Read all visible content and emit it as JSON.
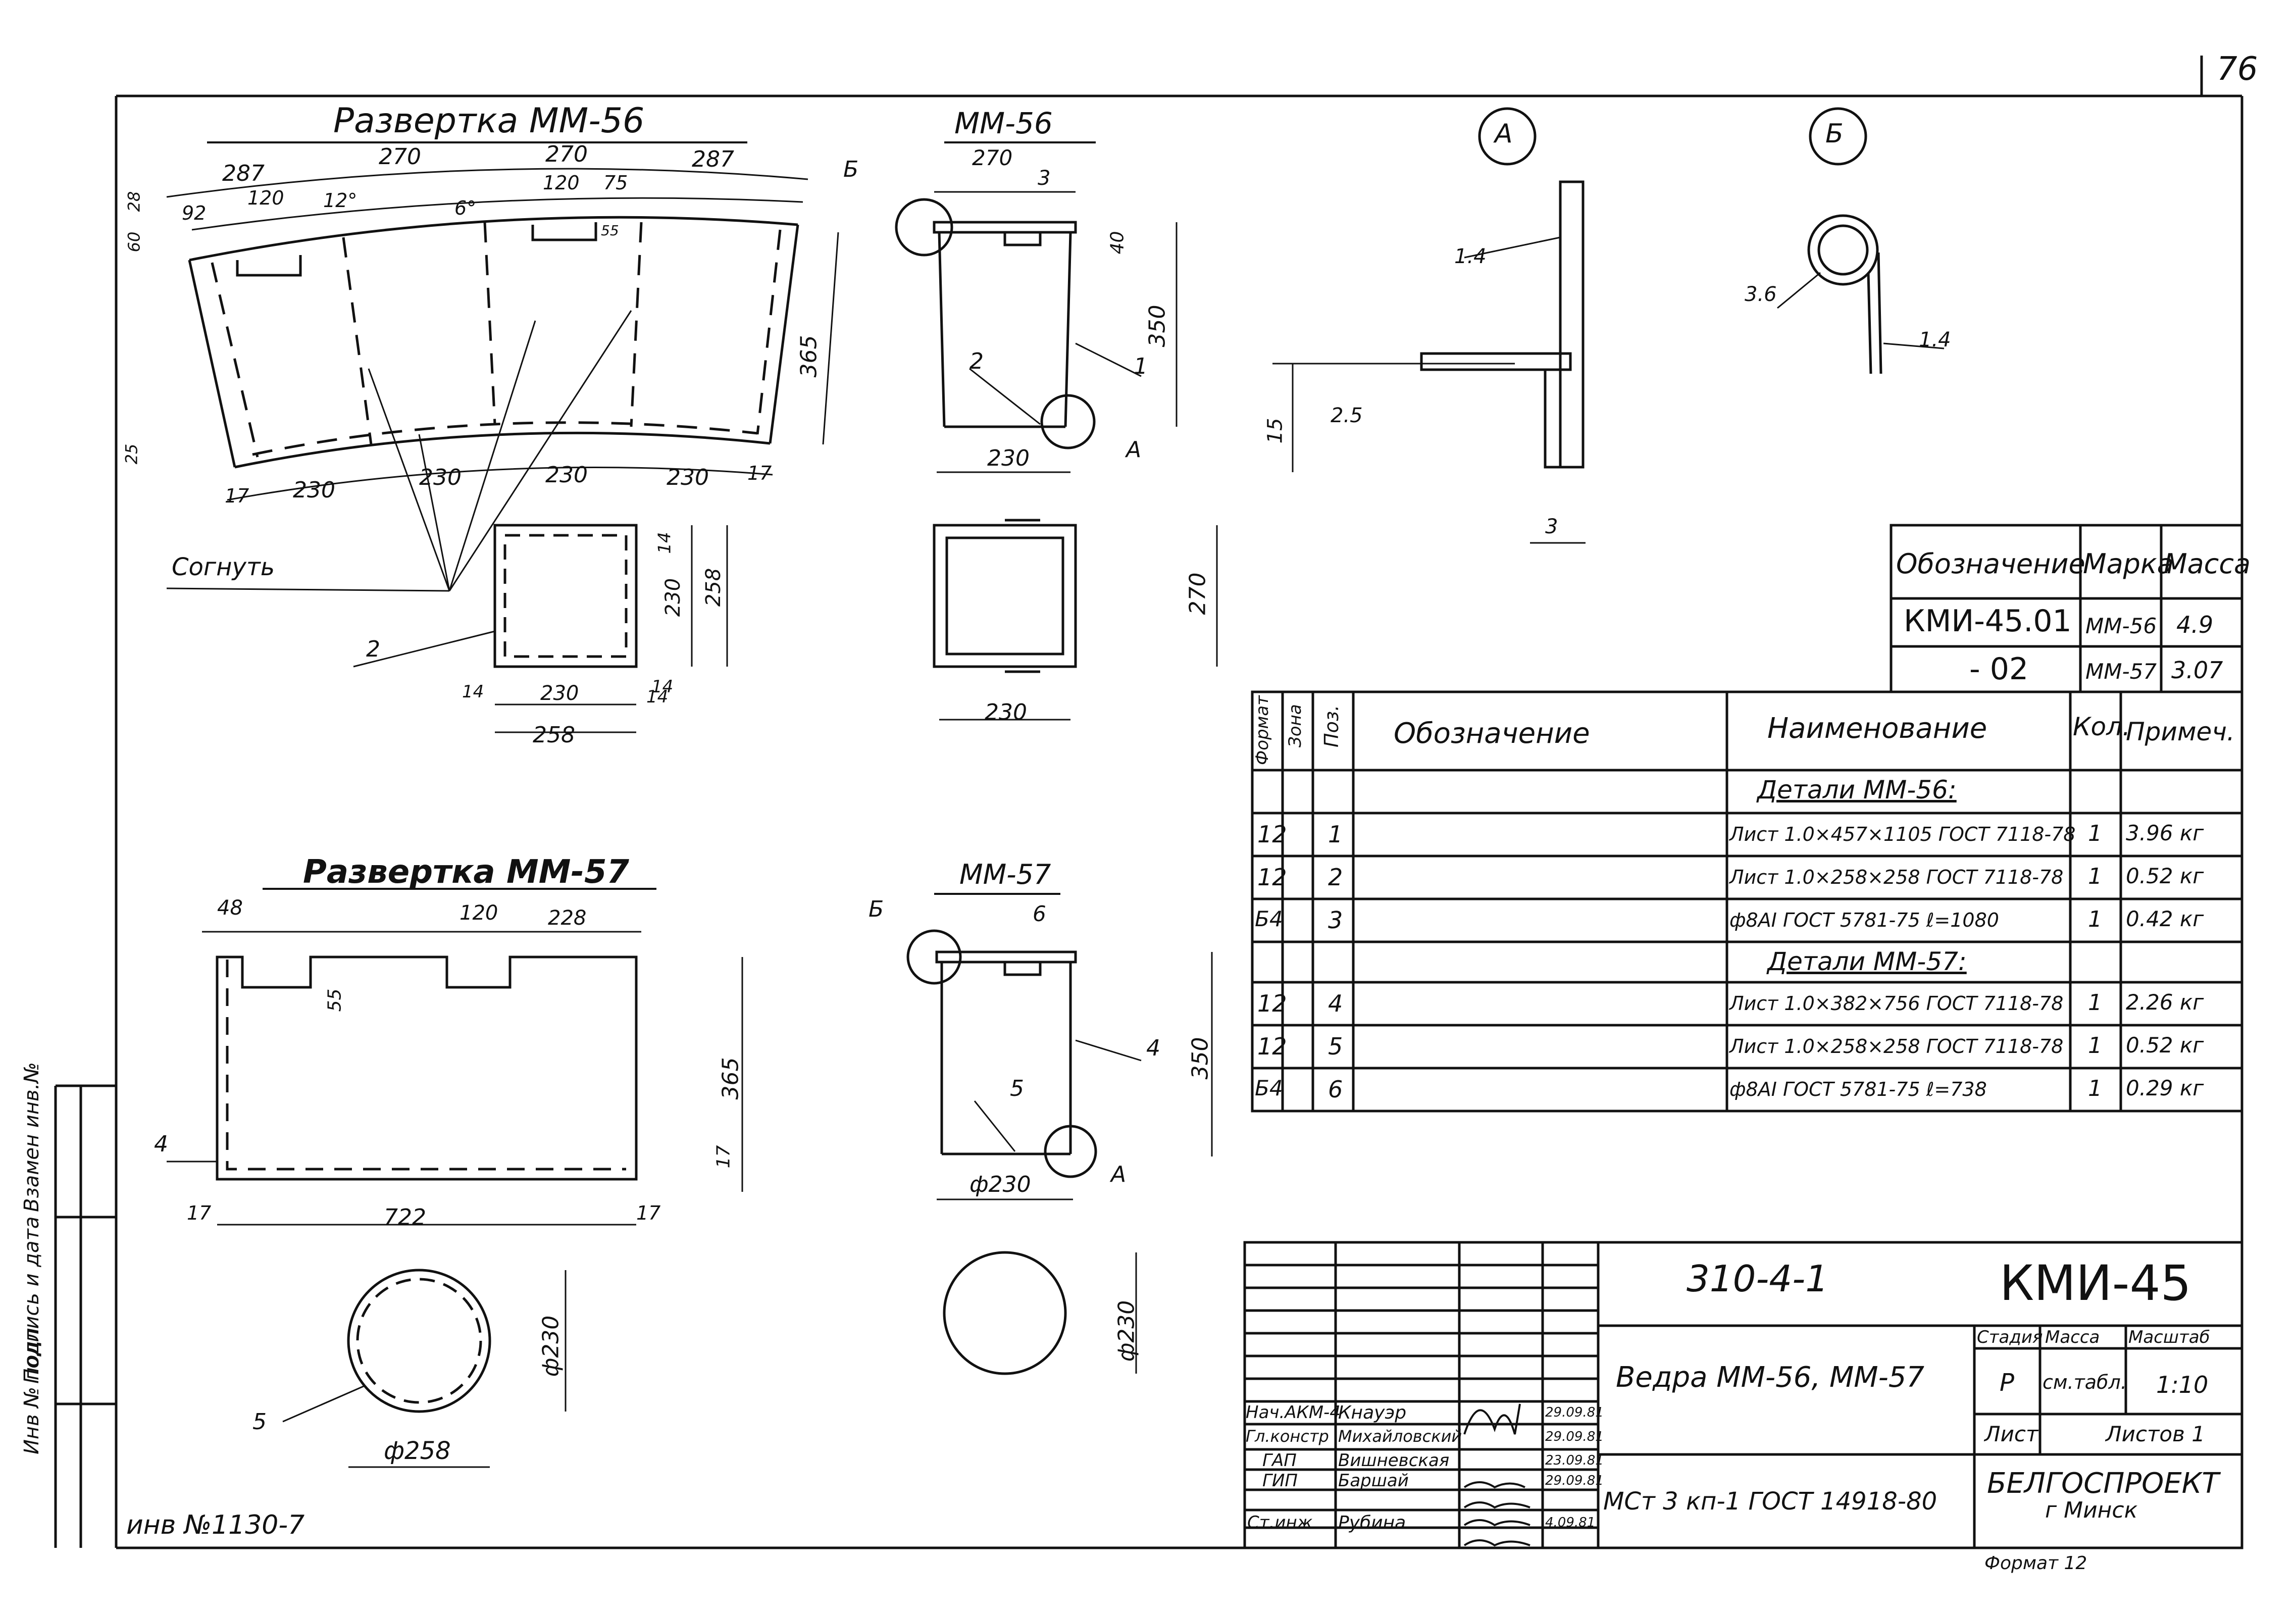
{
  "sheet_number": "76",
  "inventory_no": "инв №1130-7",
  "format": "Формат 12",
  "side_labels": [
    "Инв № подл",
    "Подпись и дата",
    "Взамен инв.№"
  ],
  "views": {
    "unfold_56": {
      "title": "Развертка  ММ-56",
      "dims_top": [
        "287",
        "270",
        "270",
        "287"
      ],
      "dims_small": [
        "120",
        "120",
        "75",
        "92",
        "12°",
        "6°",
        "28",
        "60",
        "55",
        "25"
      ],
      "dims_bottom": [
        "17",
        "230",
        "230",
        "230",
        "230",
        "17"
      ],
      "dim_right": "365",
      "label_bent": "Согнуть"
    },
    "square_56": {
      "dims": [
        "14",
        "230",
        "258",
        "14",
        "14",
        "230",
        "14",
        "258"
      ],
      "pos": "2"
    },
    "mm56": {
      "title": "ММ-56",
      "dims": [
        "270",
        "40",
        "350",
        "230"
      ],
      "pos": [
        "3",
        "2",
        "1"
      ],
      "callouts": [
        "Б",
        "А"
      ]
    },
    "plan_56": {
      "dims": [
        "270",
        "230"
      ]
    },
    "detail_a": {
      "label": "А",
      "dims": [
        "1.4",
        "2.5",
        "15",
        "3"
      ]
    },
    "detail_b": {
      "label": "Б",
      "dims": [
        "3.6",
        "1.4"
      ]
    },
    "unfold_57": {
      "title": "Развертка  ММ-57",
      "dims": [
        "48",
        "120",
        "228",
        "55",
        "365",
        "17",
        "17",
        "722",
        "17"
      ],
      "pos": "4"
    },
    "mm57": {
      "title": "ММ-57",
      "dims": [
        "350",
        "ф230"
      ],
      "pos": [
        "6",
        "4",
        "5"
      ],
      "callouts": [
        "Б",
        "А"
      ]
    },
    "circle_57": {
      "dims": [
        "ф230",
        "ф258"
      ],
      "pos": "5"
    },
    "circle_56": {
      "dims": [
        "ф230"
      ]
    }
  },
  "marks_table": {
    "headers": [
      "Обозначение",
      "Марка",
      "Масса"
    ],
    "rows": [
      [
        "КМИ-45.01",
        "ММ-56",
        "4.9"
      ],
      [
        "- 02",
        "ММ-57",
        "3.07"
      ]
    ]
  },
  "spec_table": {
    "headers": [
      "Формат",
      "Зона",
      "Поз.",
      "Обозначение",
      "Наименование",
      "Кол.",
      "Примеч."
    ],
    "rows": [
      {
        "fmt": "",
        "zone": "",
        "pos": "",
        "des": "",
        "name": "Детали ММ-56:",
        "qty": "",
        "note": "",
        "section": true
      },
      {
        "fmt": "12",
        "zone": "",
        "pos": "1",
        "des": "",
        "name": "Лист 1.0×457×1105 ГОСТ 7118-78",
        "qty": "1",
        "note": "3.96 кг",
        "section": false
      },
      {
        "fmt": "12",
        "zone": "",
        "pos": "2",
        "des": "",
        "name": "Лист 1.0×258×258 ГОСТ 7118-78",
        "qty": "1",
        "note": "0.52 кг",
        "section": false
      },
      {
        "fmt": "Б4",
        "zone": "",
        "pos": "3",
        "des": "",
        "name": "ф8АI ГОСТ 5781-75 ℓ=1080",
        "qty": "1",
        "note": "0.42 кг",
        "section": false
      },
      {
        "fmt": "",
        "zone": "",
        "pos": "",
        "des": "",
        "name": "Детали ММ-57:",
        "qty": "",
        "note": "",
        "section": true
      },
      {
        "fmt": "12",
        "zone": "",
        "pos": "4",
        "des": "",
        "name": "Лист 1.0×382×756 ГОСТ 7118-78",
        "qty": "1",
        "note": "2.26 кг",
        "section": false
      },
      {
        "fmt": "12",
        "zone": "",
        "pos": "5",
        "des": "",
        "name": "Лист 1.0×258×258 ГОСТ 7118-78",
        "qty": "1",
        "note": "0.52 кг",
        "section": false
      },
      {
        "fmt": "Б4",
        "zone": "",
        "pos": "6",
        "des": "",
        "name": "ф8АI ГОСТ 5781-75 ℓ=738",
        "qty": "1",
        "note": "0.29 кг",
        "section": false
      }
    ]
  },
  "title_block": {
    "project": "310-4-1",
    "code": "КМИ-45",
    "name": "Ведра  ММ-56, ММ-57",
    "material": "МСт 3 кп-1 ГОСТ 14918-80",
    "stage_label": "Стадия",
    "mass_label": "Масса",
    "scale_label": "Масштаб",
    "stage": "Р",
    "mass": "см.табл.",
    "scale": "1:10",
    "sheet_label": "Лист",
    "sheets_label": "Листов 1",
    "org": "БЕЛГОСПРОЕКТ",
    "city": "г Минск",
    "signers": [
      {
        "role": "Нач.АКМ-4",
        "name": "Кнауэр",
        "date": "29.09.81"
      },
      {
        "role": "Гл.констр",
        "name": "Михайловский",
        "date": "29.09.81"
      },
      {
        "role": "ГАП",
        "name": "Вишневская",
        "date": "23.09.81"
      },
      {
        "role": "ГИП",
        "name": "Баршай",
        "date": "29.09.81"
      },
      {
        "role": "Ст.инж",
        "name": "Рубина",
        "date": "4.09.81"
      }
    ]
  }
}
